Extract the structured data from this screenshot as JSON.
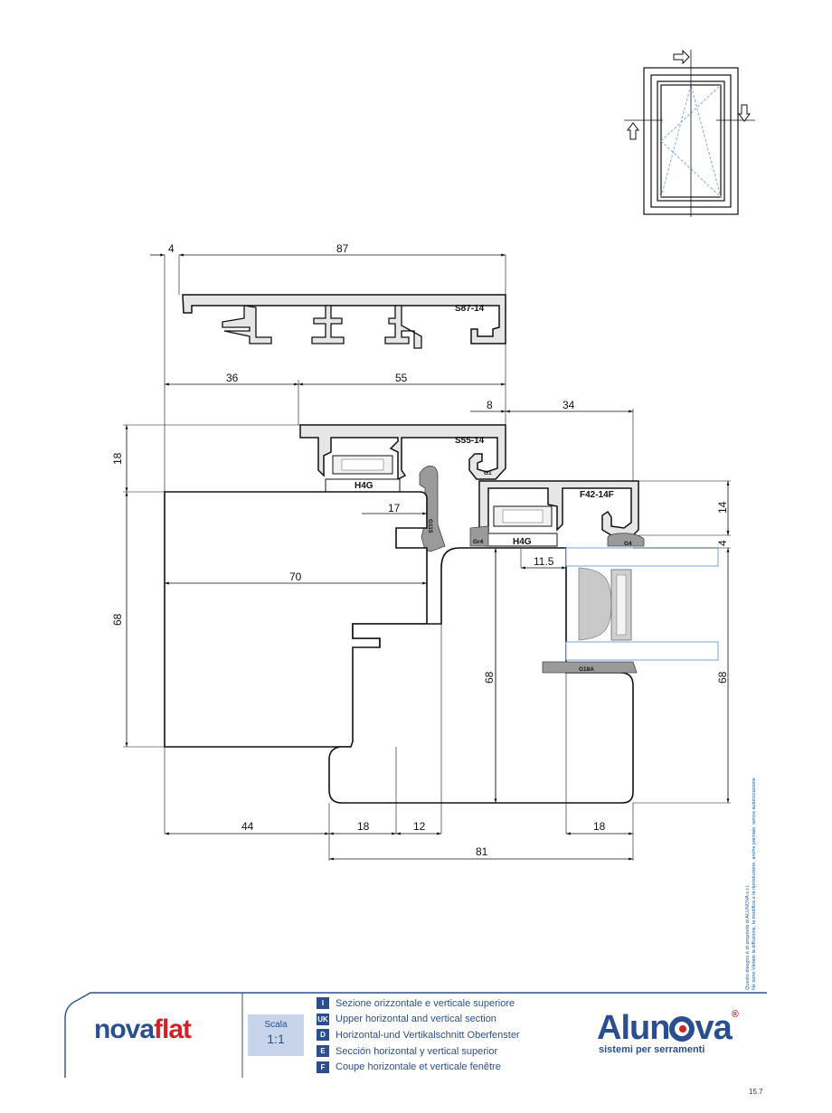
{
  "dimensions": {
    "top_4": "4",
    "top_87": "87",
    "d36": "36",
    "d55": "55",
    "d8": "8",
    "d34": "34",
    "d18_left": "18",
    "d17": "17",
    "d70": "70",
    "d68_left": "68",
    "d14": "14",
    "d4_right": "4",
    "d11_5": "11.5",
    "d68_mid": "68",
    "d68_right": "68",
    "b44": "44",
    "b18": "18",
    "b12": "12",
    "b18_right": "18",
    "b81": "81"
  },
  "profiles": {
    "s87": "S87-14",
    "s55": "S55-14",
    "f42": "F42-14F",
    "h4g_left": "H4G",
    "h4g_right": "H4G"
  },
  "gaskets": {
    "g1": "G1",
    "g115": "G115",
    "gr4": "Gr4",
    "g4": "G4",
    "g18a": "G18A"
  },
  "copyright": {
    "line1": "Questo disegno è di proprietà di ALUNOVA s.r.l.",
    "line2": "Ne sono Vietate la diffusione, la modifica e la riproduzione, anche parziale, senza autorizzazione"
  },
  "footer": {
    "brand_nova": "nova",
    "brand_flat": "flat",
    "scala_label": "Scala",
    "scala_value": "1:1",
    "languages": [
      {
        "code": "I",
        "text": "Sezione orizzontale e verticale superiore"
      },
      {
        "code": "UK",
        "text": "Upper horizontal and vertical section"
      },
      {
        "code": "D",
        "text": "Horizontal-und Vertikalschnitt Oberfenster"
      },
      {
        "code": "E",
        "text": "Sección horizontal y vertical superior"
      },
      {
        "code": "F",
        "text": "Coupe horizontale et verticale fenêtre"
      }
    ],
    "logo_a": "Alun",
    "logo_b": "va",
    "logo_reg": "®",
    "logo_tagline": "sistemi per serramenti",
    "page_number": "15.7"
  },
  "colors": {
    "brand_blue": "#2b4f8e",
    "brand_red": "#d2232a",
    "profile_grey": "#e6e6e6",
    "gasket_grey": "#9a9a9a",
    "glass_blue": "#6fa8dc"
  }
}
